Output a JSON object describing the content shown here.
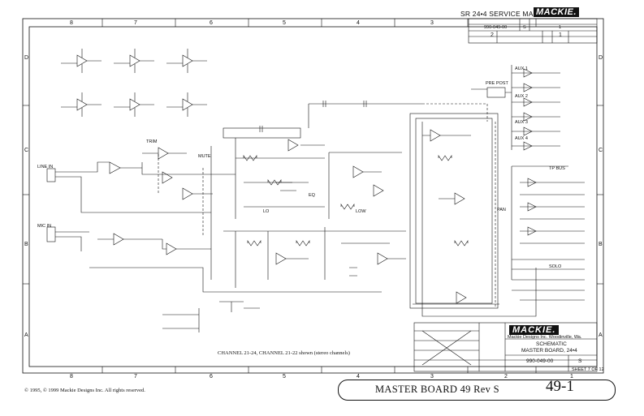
{
  "header": {
    "manual_title": "SR 24•4 SERVICE MANUAL",
    "brand": "MACKIE.",
    "doc_number": "990-049-00",
    "rev": "S",
    "sheet_no": "1"
  },
  "grid": {
    "columns_top": [
      "8",
      "7",
      "6",
      "5",
      "4",
      "3",
      "2",
      "1"
    ],
    "columns_bottom": [
      "8",
      "7",
      "6",
      "5",
      "4",
      "3",
      "2",
      "1"
    ],
    "rows_left": [
      "D",
      "C",
      "B",
      "A"
    ],
    "rows_right": [
      "D",
      "C",
      "B",
      "A"
    ]
  },
  "labels": {
    "line_in": "LINE IN",
    "mic_in": "MIC IN",
    "mute": "MUTE",
    "pan": "PAN",
    "pre_post": "PRE POST",
    "lo": "LO",
    "low": "LOW",
    "aux_1": "AUX 1",
    "aux_2": "AUX 2",
    "aux_3": "AUX 3",
    "aux_4": "AUX 4",
    "tp_bus": "TP BUS",
    "solo": "SOLO",
    "trim": "TRIM",
    "eq": "EQ"
  },
  "title_block": {
    "brand": "MACKIE.",
    "company": "Mackie Designs Inc. Woodinville, Wa.",
    "type": "SCHEMATIC",
    "board": "MASTER BOARD, 24•4",
    "doc": "990-049-00",
    "rev": "S",
    "sheet": "SHEET 7 OF 12"
  },
  "caption": "CHANNEL 21-24, CHANNEL 21-22 shown (stereo channels)",
  "copyright": "© 1995, © 1999 Mackie Designs Inc. All rights reserved.",
  "footer": {
    "name": "MASTER BOARD 49 Rev S",
    "page": "49-1"
  }
}
